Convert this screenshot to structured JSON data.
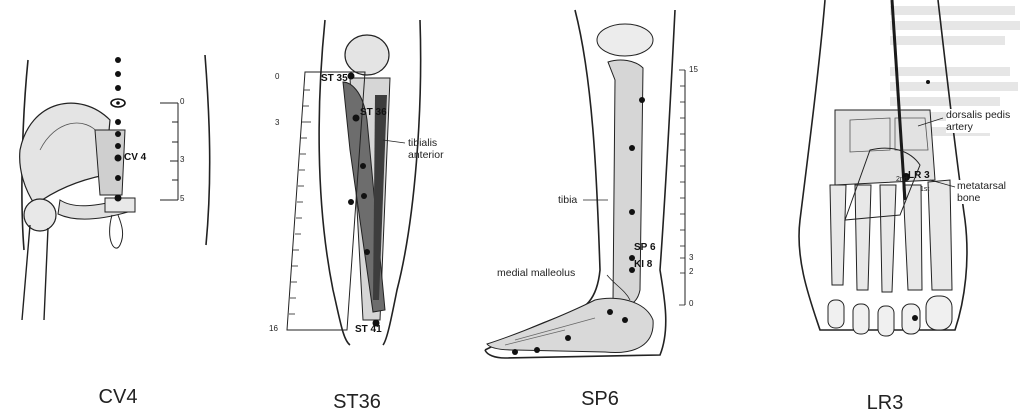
{
  "panels": [
    {
      "caption": "CV4",
      "points": [
        "CV 4"
      ],
      "scale_ticks": [
        "0",
        "3",
        "5"
      ]
    },
    {
      "caption": "ST36",
      "points": [
        "ST 35",
        "ST 36",
        "ST 41"
      ],
      "labels": [
        "tibialis anterior"
      ],
      "scale_ticks": [
        "0",
        "3",
        "16"
      ]
    },
    {
      "caption": "SP6",
      "points": [
        "SP 6",
        "KI 8"
      ],
      "labels": [
        "tibia",
        "medial malleolus"
      ],
      "scale_ticks": [
        "15",
        "3",
        "2",
        "0"
      ]
    },
    {
      "caption": "LR3",
      "points": [
        "LR 3"
      ],
      "labels": [
        "dorsalis pedis artery",
        "metatarsal bone"
      ],
      "small_marks": [
        "2nd",
        "1st"
      ]
    }
  ],
  "colors": {
    "ink": "#1a1a1a",
    "bone_fill": "#d9d9d9",
    "muscle_fill": "#6d6d6d",
    "ghost_text": "#c9c9c9"
  }
}
